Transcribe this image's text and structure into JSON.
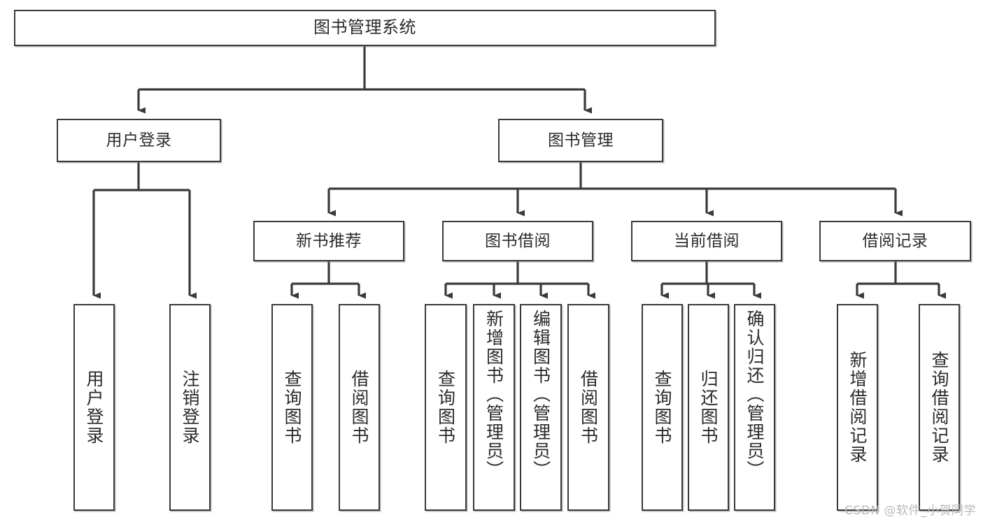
{
  "diagram": {
    "title": "图书管理系统",
    "type": "tree",
    "stroke_color": "#3a3a3a",
    "fill_color": "#ffffff",
    "text_color": "#2b2b2b",
    "watermark": "CSDN @软件_小贺同学",
    "levels": {
      "root": {
        "label": "图书管理系统"
      },
      "level2": [
        {
          "label": "用户登录"
        },
        {
          "label": "图书管理"
        }
      ],
      "level3": [
        {
          "label": "新书推荐"
        },
        {
          "label": "图书借阅"
        },
        {
          "label": "当前借阅"
        },
        {
          "label": "借阅记录"
        }
      ],
      "leaves_user_login": [
        {
          "label": "用户登录"
        },
        {
          "label": "注销登录"
        }
      ],
      "leaves_new_book": [
        {
          "label": "查询图书"
        },
        {
          "label": "借阅图书"
        }
      ],
      "leaves_borrow": [
        {
          "label": "查询图书"
        },
        {
          "label": "新增图书（管理员）"
        },
        {
          "label": "编辑图书（管理员）"
        },
        {
          "label": "借阅图书"
        }
      ],
      "leaves_current": [
        {
          "label": "查询图书"
        },
        {
          "label": "归还图书"
        },
        {
          "label": "确认归还（管理员）"
        }
      ],
      "leaves_record": [
        {
          "label": "新增借阅记录"
        },
        {
          "label": "查询借阅记录"
        }
      ]
    }
  }
}
